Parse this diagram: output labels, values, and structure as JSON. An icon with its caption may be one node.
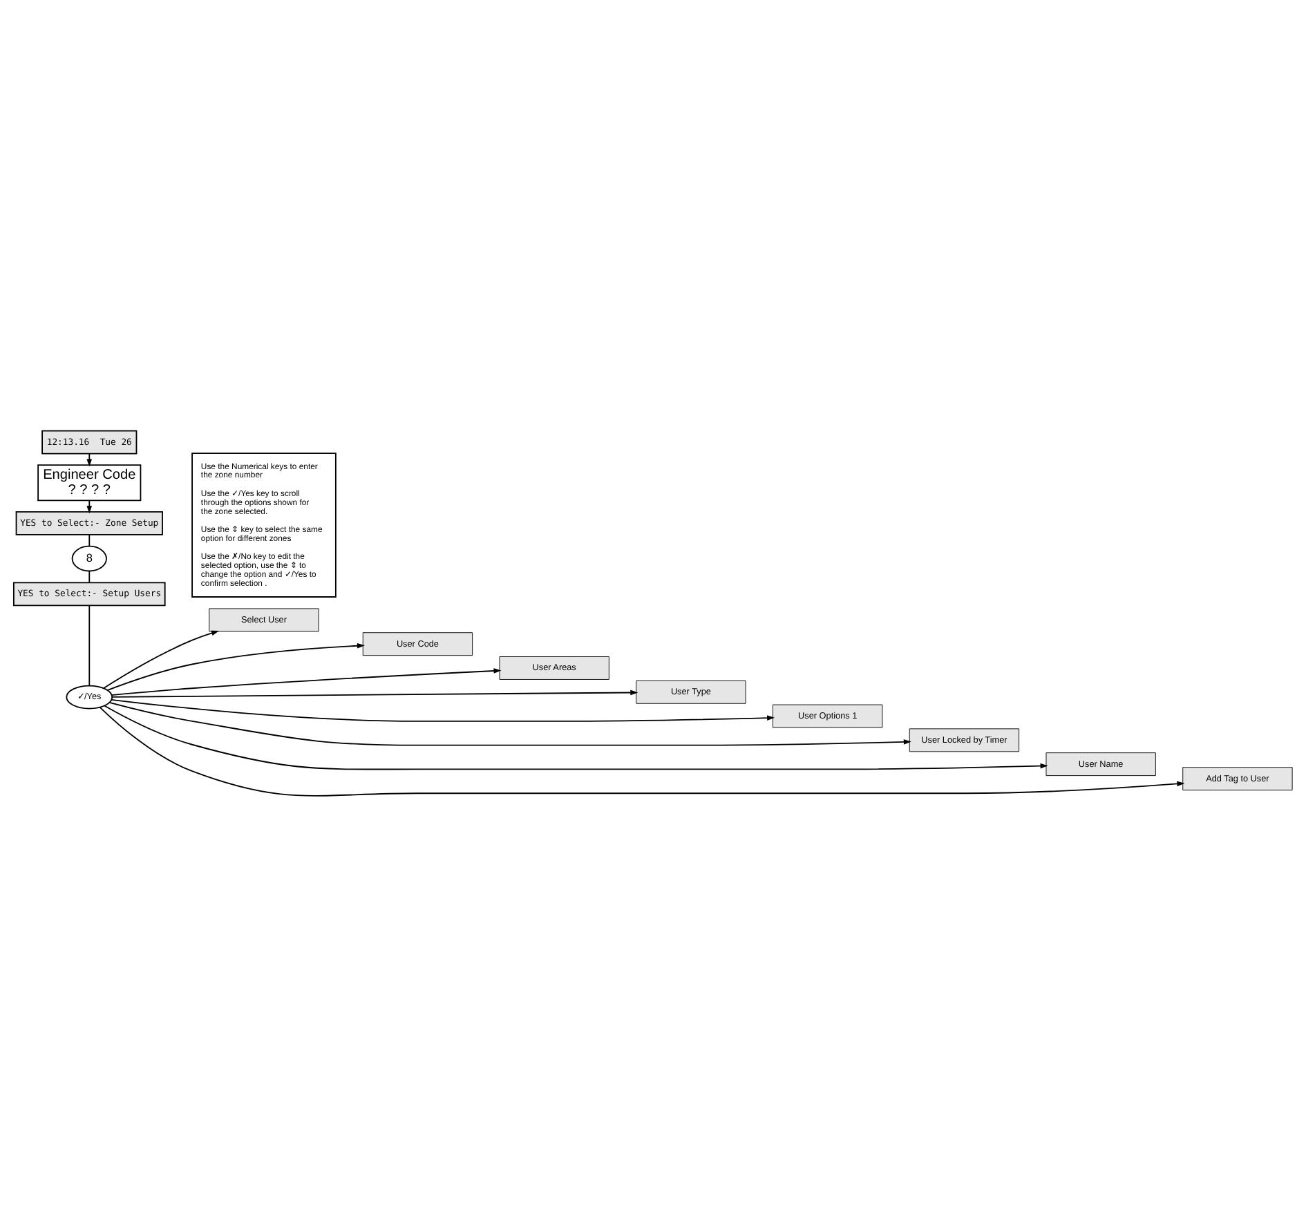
{
  "diagram": {
    "nodes": [
      {
        "text": [
          "12:13.16  Tue 26"
        ]
      },
      {
        "text": [
          "Engineer Code",
          "? ? ? ?"
        ]
      },
      {
        "text": [
          "YES to Select:- Zone Setup"
        ]
      },
      {
        "text": [
          "8"
        ]
      },
      {
        "text": [
          "YES to Select:- Setup Users"
        ]
      },
      {
        "text": [
          "✓/Yes"
        ]
      },
      {
        "text": [
          "Use the Numerical keys to enter the zone number",
          "Use the ✓/Yes key to scroll through the options shown for the zone selected.",
          "Use the ⇕ key to select the same option for different zones",
          "Use the ✗/No key to edit the selected option, use the ⇕ to change the option and ✓/Yes to confirm selection ."
        ]
      },
      {
        "text": [
          "Select User"
        ]
      },
      {
        "text": [
          "User Code"
        ]
      },
      {
        "text": [
          "User Areas"
        ]
      },
      {
        "text": [
          "User Type"
        ]
      },
      {
        "text": [
          "User Options 1"
        ]
      },
      {
        "text": [
          "User Locked by Timer"
        ]
      },
      {
        "text": [
          "User Name"
        ]
      },
      {
        "text": [
          "Add Tag to User"
        ]
      }
    ],
    "edges": [
      {
        "from": 0,
        "to": 1,
        "arrow": "to"
      },
      {
        "from": 1,
        "to": 2,
        "arrow": "to"
      },
      {
        "from": 2,
        "to": 3,
        "arrow": "none"
      },
      {
        "from": 3,
        "to": 4,
        "arrow": "none"
      },
      {
        "from": 4,
        "to": 5,
        "arrow": "none"
      },
      {
        "from": 5,
        "to": 7,
        "arrow": "to"
      },
      {
        "from": 5,
        "to": 8,
        "arrow": "to"
      },
      {
        "from": 5,
        "to": 9,
        "arrow": "to"
      },
      {
        "from": 5,
        "to": 10,
        "arrow": "to"
      },
      {
        "from": 5,
        "to": 11,
        "arrow": "to"
      },
      {
        "from": 5,
        "to": 12,
        "arrow": "to"
      },
      {
        "from": 5,
        "to": 13,
        "arrow": "to"
      },
      {
        "from": 5,
        "to": 14,
        "arrow": "to"
      }
    ]
  }
}
